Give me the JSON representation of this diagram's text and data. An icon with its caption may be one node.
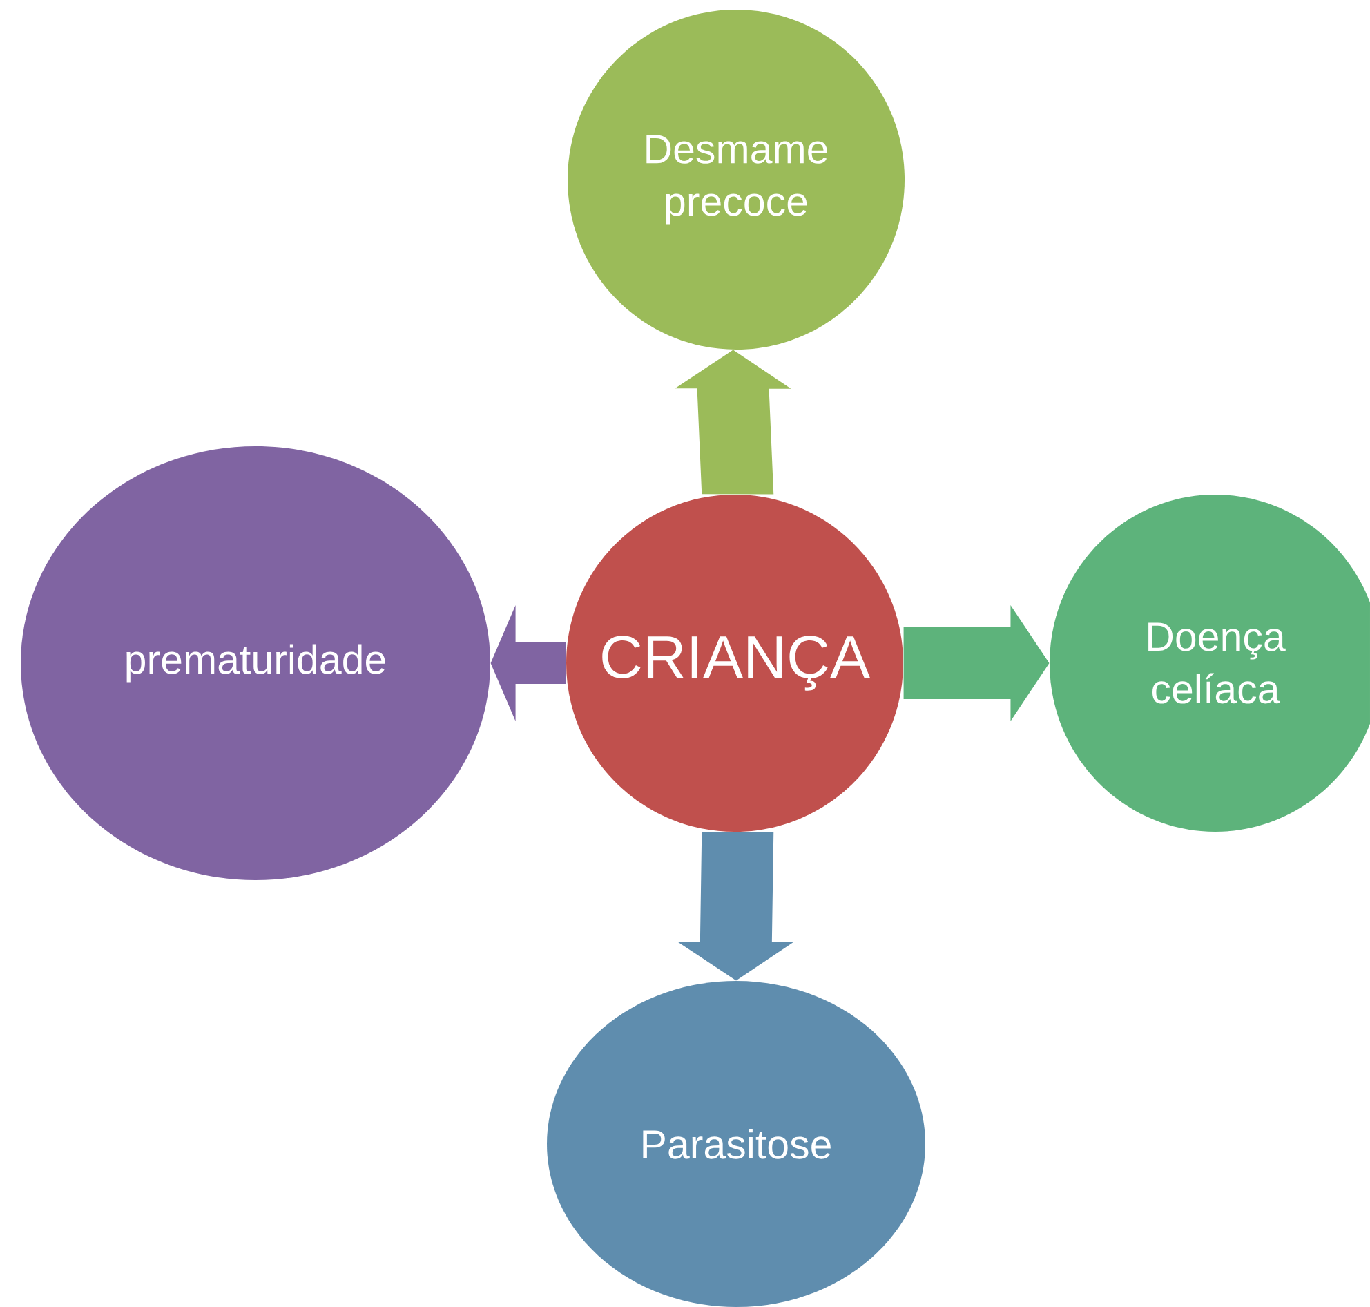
{
  "diagram": {
    "nodes": [
      {
        "text": [
          "CRIANÇA"
        ]
      },
      {
        "text": [
          "Desmame precoce"
        ]
      },
      {
        "text": [
          "Doença celíaca"
        ]
      },
      {
        "text": [
          "Parasitose"
        ]
      },
      {
        "text": [
          "prematuridade"
        ]
      }
    ],
    "edges": [
      {
        "from": 0,
        "to": 1,
        "arrow": "to",
        "color": "#9bbb59"
      },
      {
        "from": 0,
        "to": 2,
        "arrow": "to",
        "color": "#5db37b"
      },
      {
        "from": 0,
        "to": 3,
        "arrow": "to",
        "color": "#5f8dae"
      },
      {
        "from": 0,
        "to": 4,
        "arrow": "to",
        "color": "#8064a2"
      }
    ]
  }
}
